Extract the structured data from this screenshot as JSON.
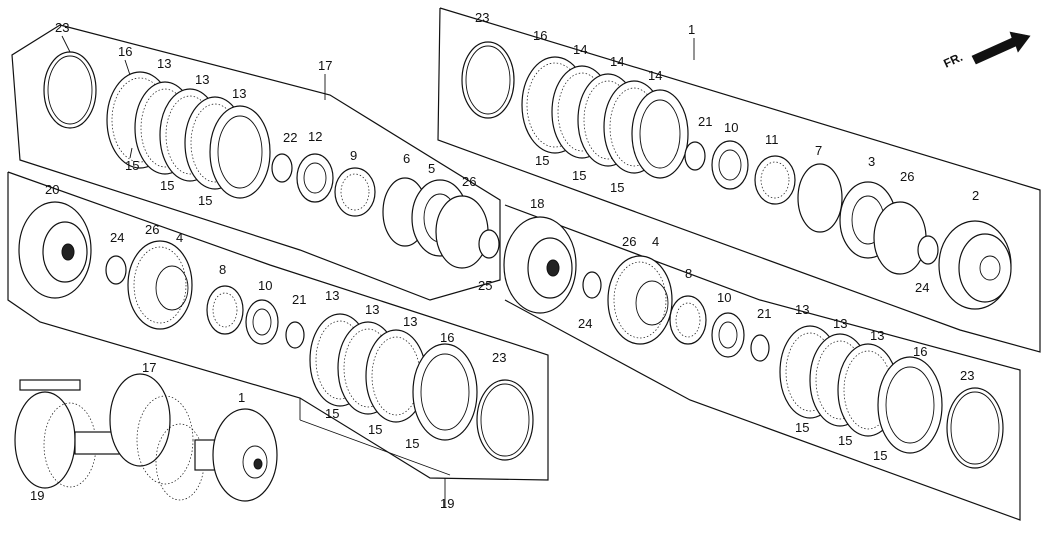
{
  "orientation": {
    "label": "FR.",
    "arrow_icon": "front-direction-arrow-icon"
  },
  "callouts": {
    "top_left": [
      "23",
      "16",
      "13",
      "13",
      "13",
      "15",
      "15",
      "15",
      "17",
      "22",
      "12",
      "9",
      "6",
      "5",
      "26",
      "25"
    ],
    "top_right": [
      "23",
      "16",
      "14",
      "14",
      "14",
      "15",
      "15",
      "15",
      "1",
      "21",
      "10",
      "11",
      "7",
      "3",
      "26",
      "2",
      "24"
    ],
    "middle_left": [
      "20",
      "24",
      "26",
      "4",
      "8",
      "10",
      "21",
      "13",
      "13",
      "13",
      "16",
      "15",
      "15",
      "15",
      "23",
      "19"
    ],
    "middle_right": [
      "18",
      "26",
      "4",
      "24",
      "8",
      "10",
      "21",
      "13",
      "13",
      "13",
      "16",
      "15",
      "15",
      "15",
      "23"
    ],
    "assembly": [
      "17",
      "1",
      "19"
    ]
  }
}
